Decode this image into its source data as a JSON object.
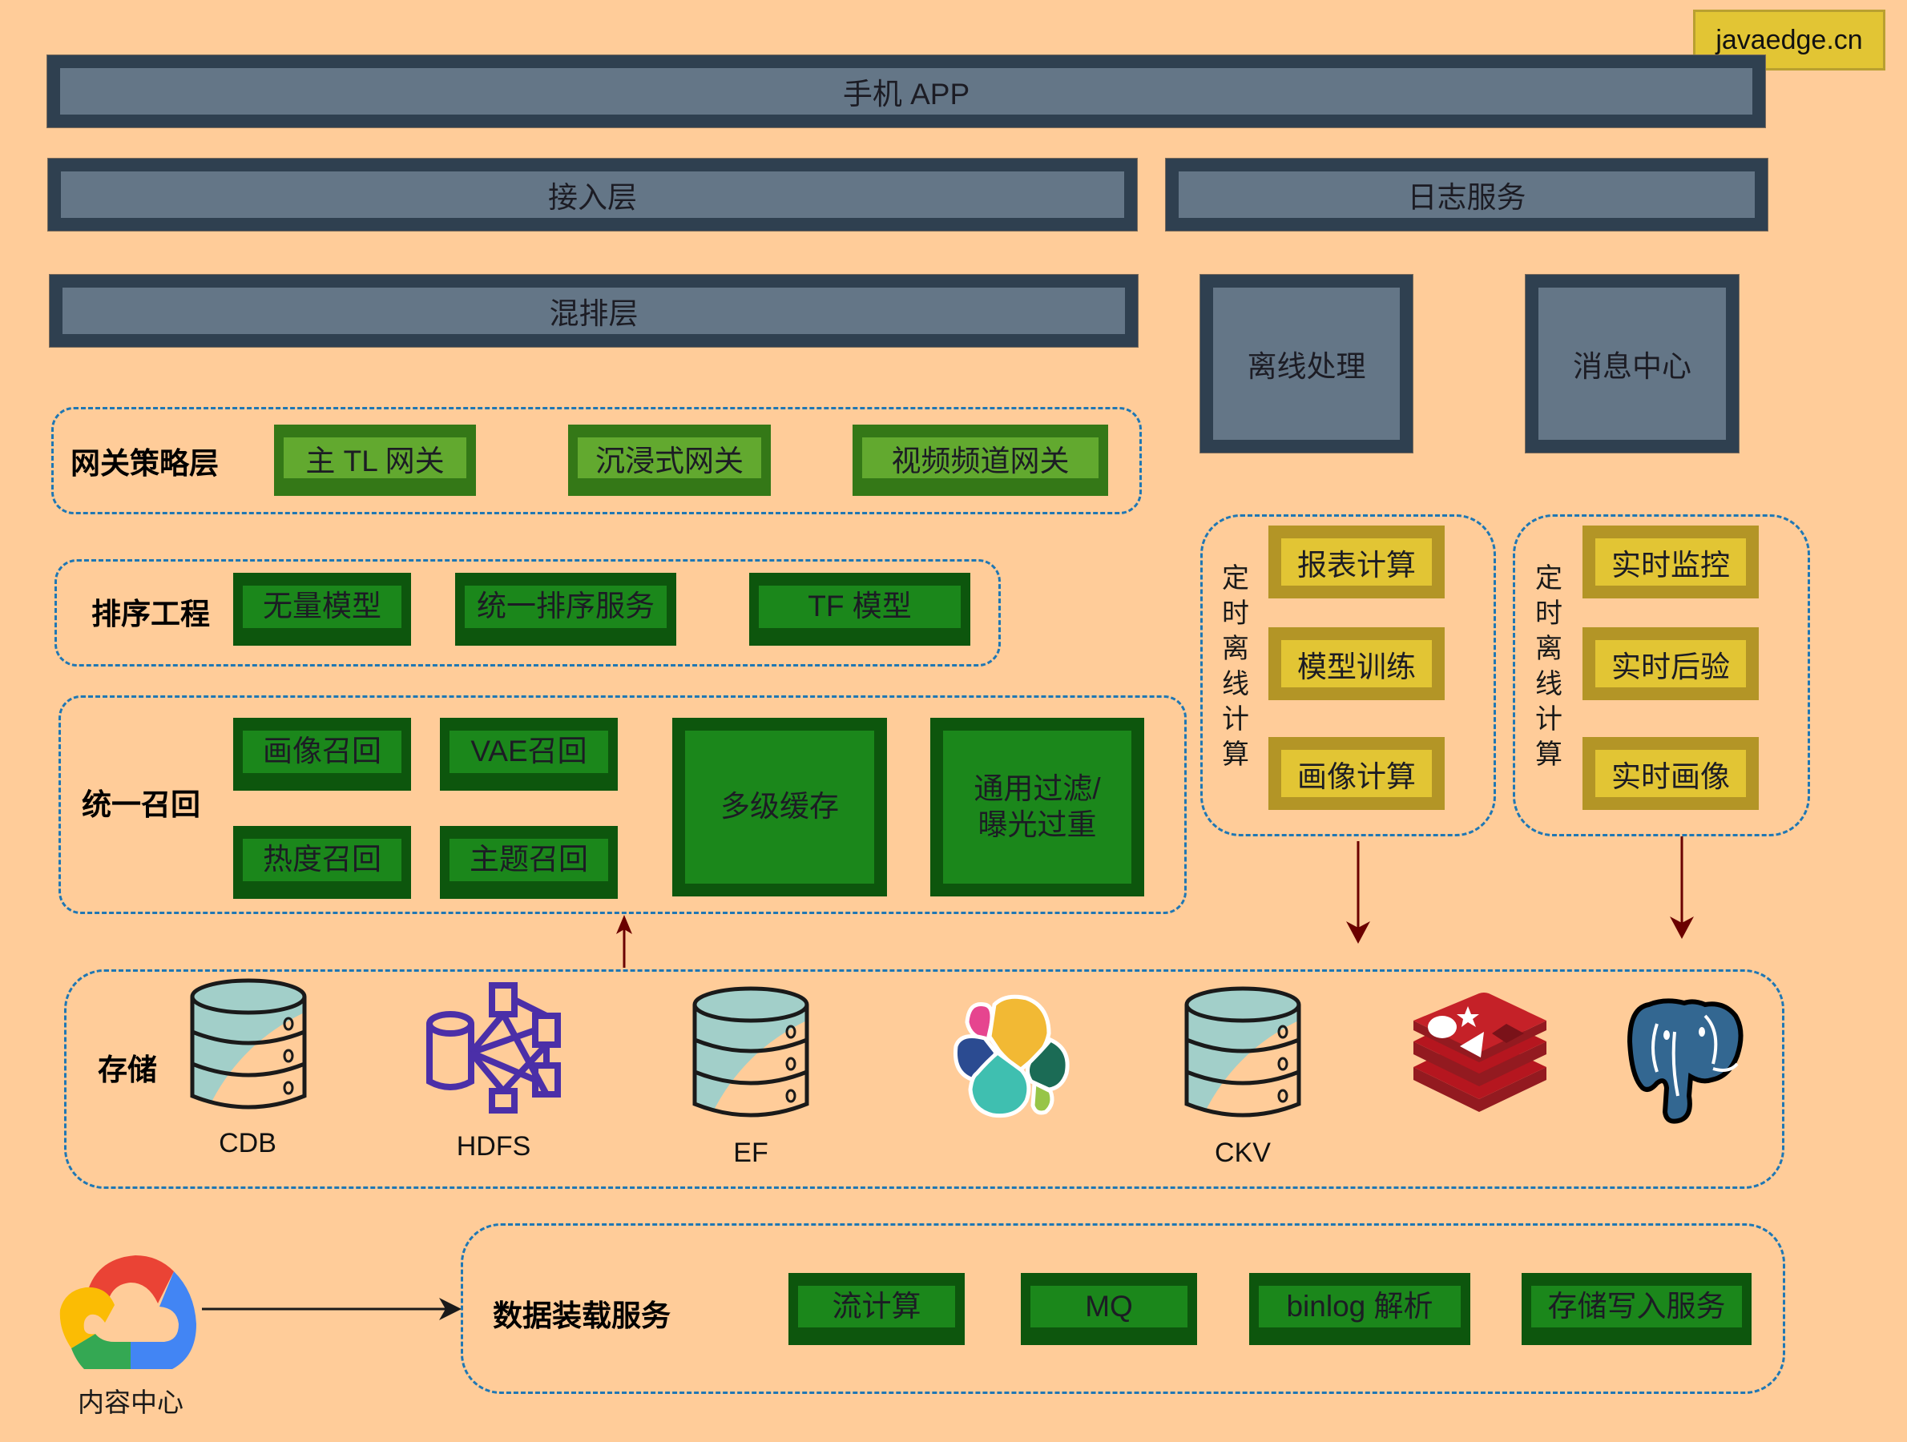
{
  "watermark": "javaedge.cn",
  "layers": {
    "app": "手机 APP",
    "access": "接入层",
    "log_service": "日志服务",
    "mixing": "混排层",
    "offline_processing": "离线处理",
    "message_center": "消息中心"
  },
  "gateway_group": {
    "label": "网关策略层",
    "items": [
      "主 TL 网关",
      "沉浸式网关",
      "视频频道网关"
    ]
  },
  "sorting_group": {
    "label": "排序工程",
    "items": [
      "无量模型",
      "统一排序服务",
      "TF 模型"
    ]
  },
  "recall_group": {
    "label": "统一召回",
    "items": [
      "画像召回",
      "VAE召回",
      "热度召回",
      "主题召回"
    ],
    "cache": "多级缓存",
    "filter": "通用过滤/\n曝光过重",
    "filter_lines": [
      "通用过滤/",
      "曝光过重"
    ]
  },
  "offline_group_left": {
    "label_chars": [
      "定",
      "时",
      "离",
      "线",
      "计",
      "算"
    ],
    "items": [
      "报表计算",
      "模型训练",
      "画像计算"
    ]
  },
  "offline_group_right": {
    "label_chars": [
      "定",
      "时",
      "离",
      "线",
      "计",
      "算"
    ],
    "items": [
      "实时监控",
      "实时后验",
      "实时画像"
    ]
  },
  "storage_group": {
    "label": "存储",
    "items": [
      {
        "name": "CDB",
        "icon": "database-icon"
      },
      {
        "name": "HDFS",
        "icon": "hdfs-icon"
      },
      {
        "name": "EF",
        "icon": "database-icon"
      },
      {
        "name": "",
        "icon": "elasticsearch-icon"
      },
      {
        "name": "CKV",
        "icon": "database-icon"
      },
      {
        "name": "",
        "icon": "redis-icon"
      },
      {
        "name": "",
        "icon": "postgresql-icon"
      }
    ]
  },
  "loading_group": {
    "label": "数据装载服务",
    "items": [
      "流计算",
      "MQ",
      "binlog 解析",
      "存储写入服务"
    ]
  },
  "content_center": {
    "label": "内容中心",
    "icon": "cloud-icon"
  },
  "colors": {
    "background": "#ffcc99",
    "slate_border": "#2f4050",
    "slate_fill": "#647687",
    "green_border": "#0d560d",
    "green_fill": "#1b871b",
    "light_green_border": "#347817",
    "light_green_fill": "#62a92f",
    "yellow_border": "#b39526",
    "yellow_fill": "#e2c534",
    "dashed_group": "#1f77b4",
    "arrow_dark_red": "#6b0000"
  }
}
